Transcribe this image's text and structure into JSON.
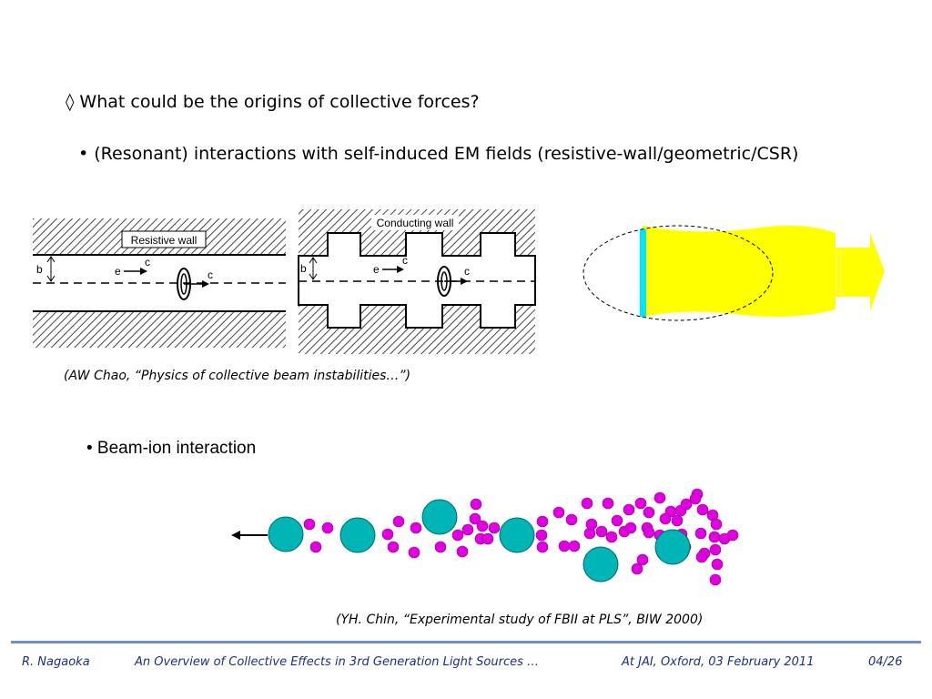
{
  "slide": {
    "bullet1": "◊ What could be the origins of collective forces?",
    "bullet2": "• (Resonant) interactions with self-induced EM fields (resistive-wall/geometric/CSR)",
    "bullet3": "• Beam-ion interaction",
    "caption1": "(AW Chao, “Physics of collective beam instabilities…”)",
    "caption2": "(YH. Chin, “Experimental study of FBII at PLS”, BIW 2000)"
  },
  "figure_resistive": {
    "wall_label": "Resistive wall",
    "b_label": "b",
    "e_label": "e",
    "c_label1": "c",
    "c_label2": "c"
  },
  "figure_conducting": {
    "wall_label": "Conducting wall",
    "b_label": "b",
    "e_label": "e",
    "c_label1": "c",
    "c_label2": "c"
  },
  "colors": {
    "ion": "#e000e0",
    "electron": "#00b5b5",
    "csr_beam": "#ffff00",
    "csr_front": "#00e5ff",
    "footer_text": "#1a2f8a",
    "footer_line": "#6f8fcf"
  },
  "footer": {
    "author": "R. Nagaoka",
    "title": "An Overview of Collective Effects in 3rd Generation Light Sources …",
    "venue": "At JAI, Oxford, 03 February 2011",
    "page": "04/26"
  }
}
